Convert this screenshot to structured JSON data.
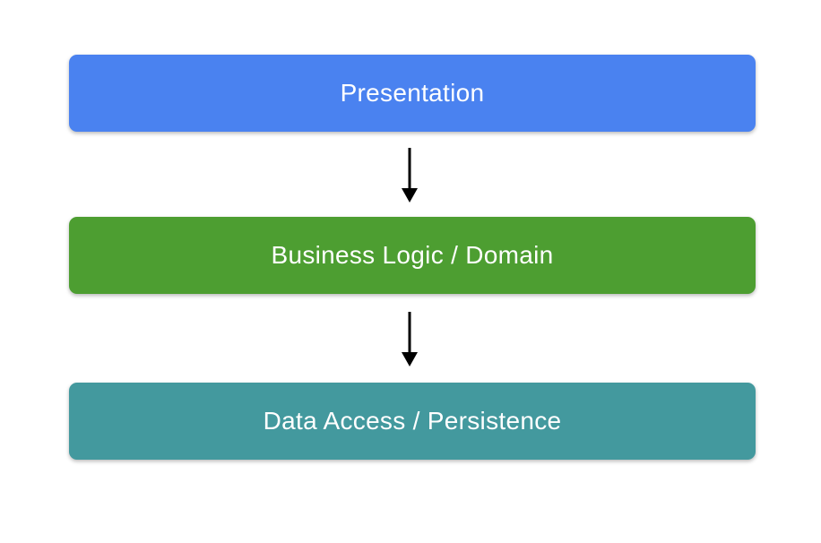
{
  "diagram": {
    "type": "layered-architecture",
    "layers": [
      {
        "label": "Presentation",
        "color": "#4a82f0"
      },
      {
        "label": "Business Logic / Domain",
        "color": "#4d9e31"
      },
      {
        "label": "Data Access / Persistence",
        "color": "#43999e"
      }
    ],
    "arrows": [
      {
        "from": "Presentation",
        "to": "Business Logic / Domain"
      },
      {
        "from": "Business Logic / Domain",
        "to": "Data Access / Persistence"
      }
    ],
    "colors": {
      "text": "#ffffff",
      "arrow": "#000000",
      "background": "#ffffff"
    }
  }
}
